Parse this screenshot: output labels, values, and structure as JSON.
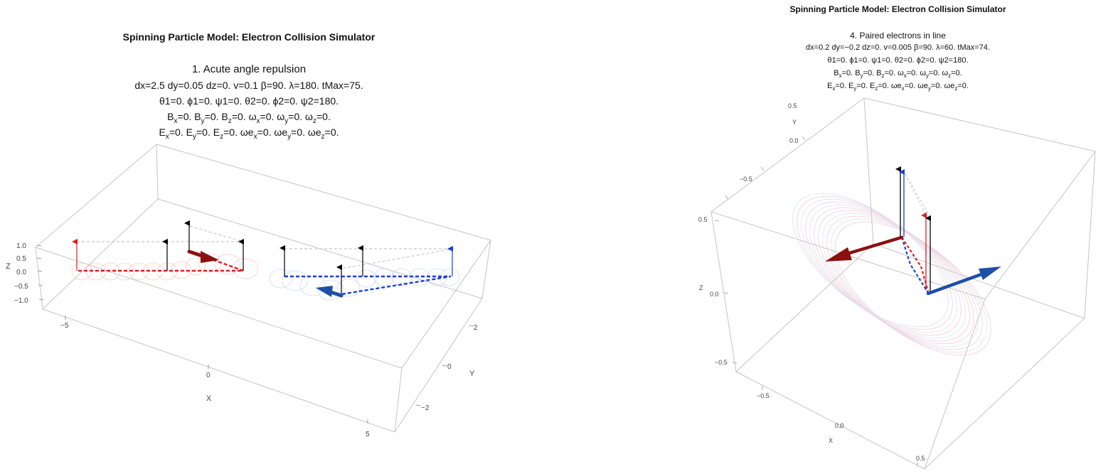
{
  "left": {
    "title": "Spinning Particle Model: Electron Collision Simulator",
    "subtitle": "1. Acute angle repulsion",
    "params1": "dx=2.5 dy=0.05 dz=0. v=0.1 β=90. λ=180. tMax=75.",
    "params2": "θ1=0. ϕ1=0. ψ1=0. θ2=0. ϕ2=0. ψ2=180.",
    "params3": "B<sub>x</sub>=0. B<sub>y</sub>=0. B<sub>z</sub>=0. ω<sub>x</sub>=0. ω<sub>y</sub>=0. ω<sub>z</sub>=0.",
    "params4": "E<sub>x</sub>=0. E<sub>y</sub>=0. E<sub>z</sub>=0. ωe<sub>x</sub>=0. ωe<sub>y</sub>=0. ωe<sub>z</sub>=0.",
    "axes": {
      "x_label": "X",
      "y_label": "Y",
      "z_label": "Z",
      "x_ticks": [
        "−5",
        "0",
        "5"
      ],
      "y_ticks": [
        "2",
        "0",
        "−2"
      ],
      "z_ticks": [
        "1.0",
        "0.5",
        "0.0",
        "−0.5",
        "−1.0"
      ]
    },
    "colors": {
      "particle1": "#e8181c",
      "particle2": "#1a3fd6",
      "arrow1": "#8b1010",
      "arrow2": "#1e4fa8",
      "spin": "#000000",
      "box": "#bbbbbb"
    }
  },
  "right": {
    "title": "Spinning Particle Model: Electron Collision Simulator",
    "subtitle": "4. Paired electrons in line",
    "params1": "dx=0.2 dy=−0.2 dz=0. v=0.005 β=90. λ=60. tMax=74.",
    "params2": "θ1=0. ϕ1=0. ψ1=0. θ2=0. ϕ2=0. ψ2=180.",
    "params3": "B<sub>x</sub>=0. B<sub>y</sub>=0. B<sub>z</sub>=0. ω<sub>x</sub>=0. ω<sub>y</sub>=0. ω<sub>z</sub>=0.",
    "params4": "E<sub>x</sub>=0. E<sub>y</sub>=0. E<sub>z</sub>=0. ωe<sub>x</sub>=0. ωe<sub>y</sub>=0. ωe<sub>z</sub>=0.",
    "axes": {
      "x_label": "X",
      "y_label": "Y",
      "z_label": "Z",
      "x_ticks": [
        "−0.5",
        "0.0",
        "0.5"
      ],
      "y_ticks": [
        "0.5",
        "0.0",
        "−0.5"
      ],
      "z_ticks": [
        "0.5",
        "0.0",
        "−0.5"
      ]
    },
    "colors": {
      "particle1": "#e8181c",
      "particle2": "#1a3fd6",
      "arrow1": "#8b1010",
      "arrow2": "#1e4fa8",
      "spin": "#000000",
      "box": "#bbbbbb"
    }
  }
}
